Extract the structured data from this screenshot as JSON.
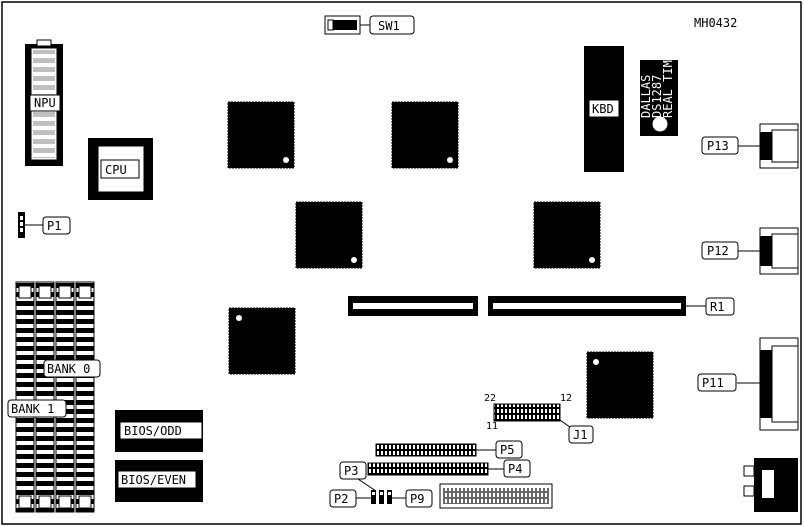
{
  "diagram_id": "MH0432",
  "labels": {
    "npu": "NPU",
    "cpu": "CPU",
    "kbd": "KBD",
    "sw1": "SW1",
    "p1": "P1",
    "p2": "P2",
    "p3": "P3",
    "p4": "P4",
    "p5": "P5",
    "p9": "P9",
    "p11": "P11",
    "p12": "P12",
    "p13": "P13",
    "r1": "R1",
    "j1": "J1",
    "bank0": "BANK 0",
    "bank1": "BANK 1",
    "bios_odd": "BIOS/ODD",
    "bios_even": "BIOS/EVEN",
    "rtc_line1": "DALLAS",
    "rtc_line2": "DS1287",
    "rtc_line3": "REAL TIME"
  },
  "j1_pins": {
    "top_left": "22",
    "top_right": "12",
    "bottom_left": "11"
  }
}
